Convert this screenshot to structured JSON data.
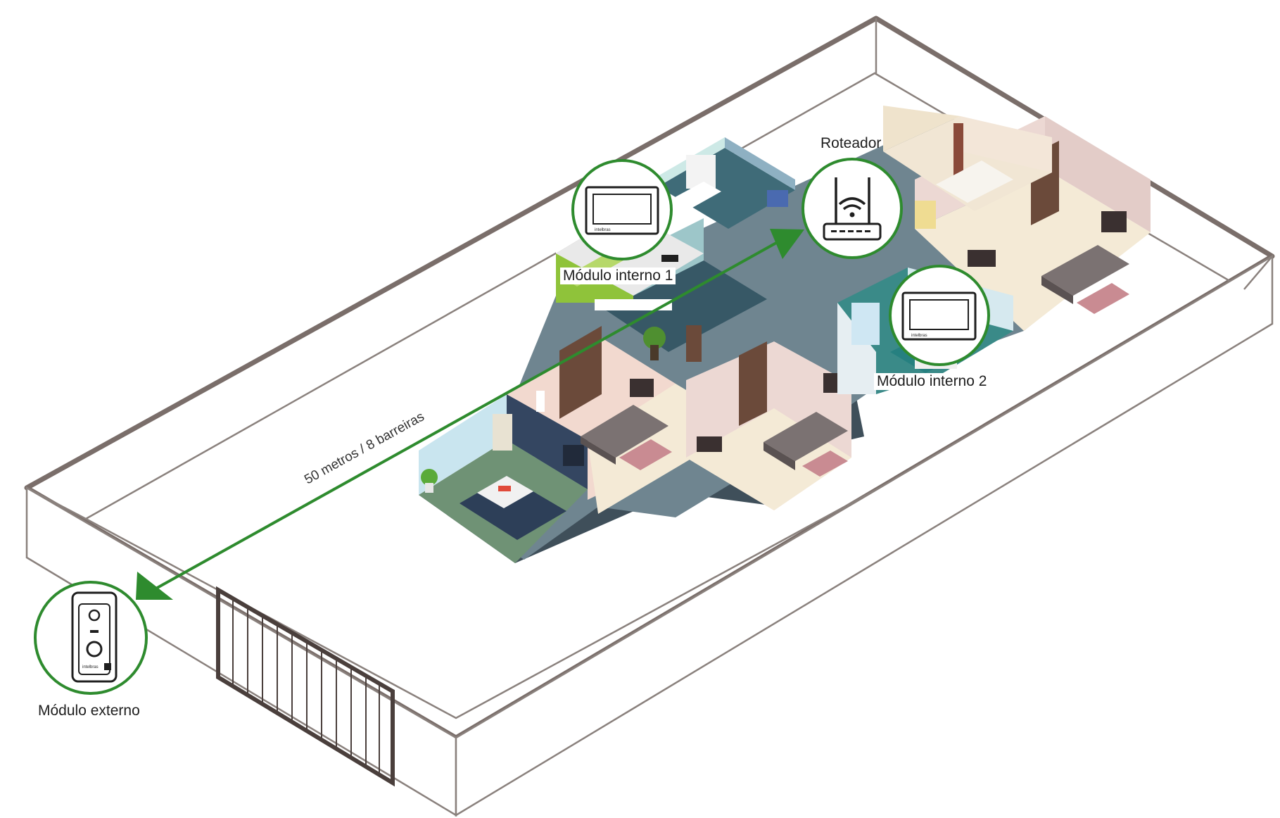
{
  "labels": {
    "router": "Roteador",
    "internal_module_1": "Módulo interno 1",
    "internal_module_2": "Módulo interno 2",
    "external_module": "Módulo externo",
    "link": "50 metros / 8 barreiras"
  },
  "device_brand": "intelbras",
  "colors": {
    "accent": "#2e8b2e",
    "wall": "#7a6e6a",
    "floor": "#ffffff"
  },
  "icons": [
    "router-icon",
    "monitor-icon",
    "doorbell-icon"
  ]
}
